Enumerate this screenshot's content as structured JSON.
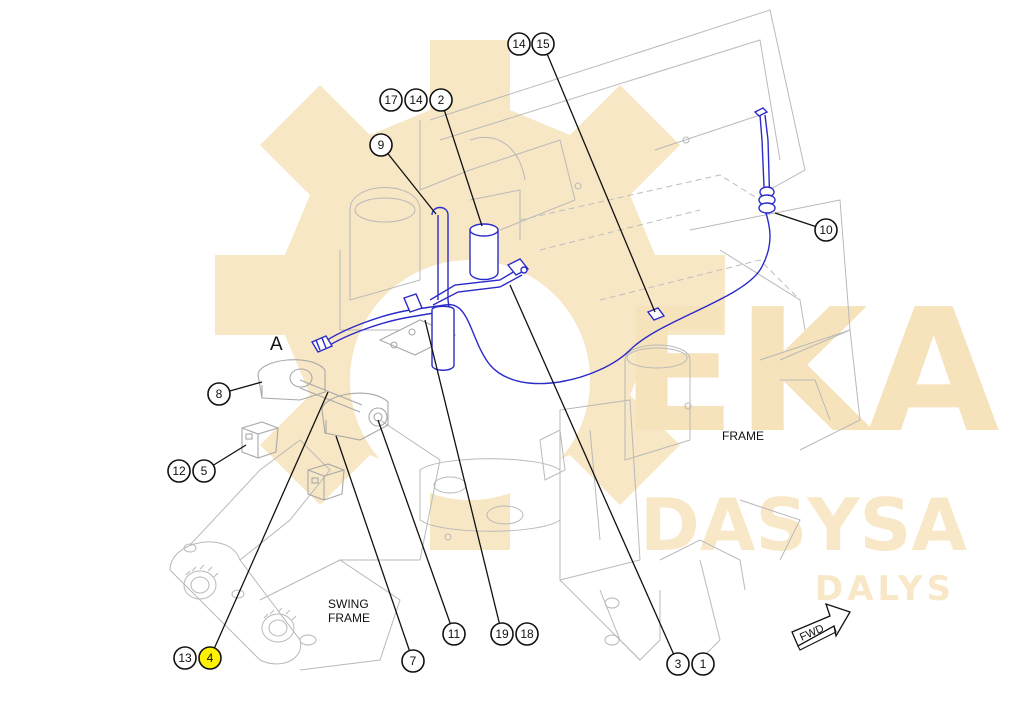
{
  "diagram": {
    "view_label": "A",
    "labels": {
      "frame": "FRAME",
      "swing_frame_line1": "SWING",
      "swing_frame_line2": "FRAME",
      "fwd": "FWD"
    },
    "watermark": {
      "big": "EKA",
      "mid": "DASYSA",
      "small": "DALYS",
      "color": "#f5deb0"
    },
    "colors": {
      "hose": "#2b2bc8",
      "highlight": "#fff200",
      "callout_fill": "#ffffff",
      "linework": "#b9b9b9"
    },
    "callouts": [
      {
        "id": "c14a",
        "text": "14",
        "highlighted": false
      },
      {
        "id": "c15",
        "text": "15",
        "highlighted": false
      },
      {
        "id": "c17",
        "text": "17",
        "highlighted": false
      },
      {
        "id": "c14b",
        "text": "14",
        "highlighted": false
      },
      {
        "id": "c2",
        "text": "2",
        "highlighted": false
      },
      {
        "id": "c9",
        "text": "9",
        "highlighted": false
      },
      {
        "id": "c10",
        "text": "10",
        "highlighted": false
      },
      {
        "id": "c8",
        "text": "8",
        "highlighted": false
      },
      {
        "id": "c12",
        "text": "12",
        "highlighted": false
      },
      {
        "id": "c5",
        "text": "5",
        "highlighted": false
      },
      {
        "id": "c13",
        "text": "13",
        "highlighted": false
      },
      {
        "id": "c4",
        "text": "4",
        "highlighted": true
      },
      {
        "id": "c7",
        "text": "7",
        "highlighted": false
      },
      {
        "id": "c11",
        "text": "11",
        "highlighted": false
      },
      {
        "id": "c19",
        "text": "19",
        "highlighted": false
      },
      {
        "id": "c18",
        "text": "18",
        "highlighted": false
      },
      {
        "id": "c3",
        "text": "3",
        "highlighted": false
      },
      {
        "id": "c1",
        "text": "1",
        "highlighted": false
      }
    ]
  }
}
